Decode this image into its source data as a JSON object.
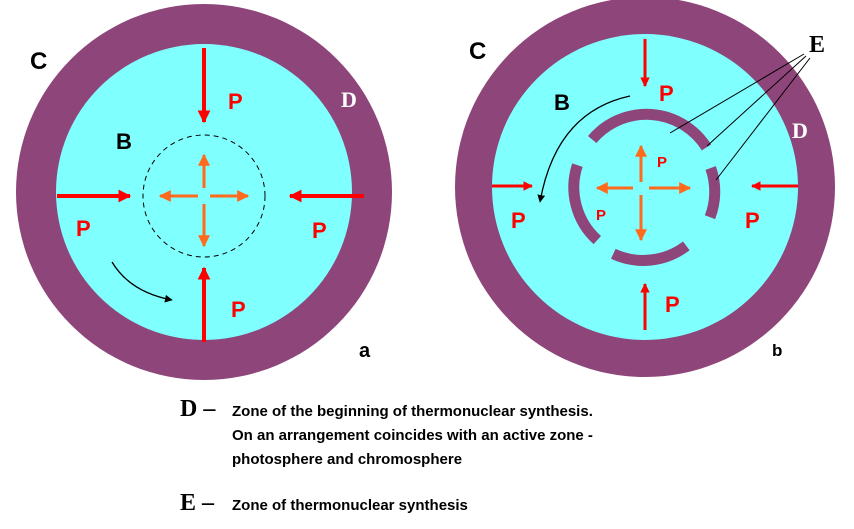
{
  "colors": {
    "shell": "#8e4579",
    "core": "#80ffff",
    "pressure_arrow": "#ff0000",
    "internal_arrow": "#ff6a1c",
    "text_red": "#ff0000",
    "text_dark": "#000000",
    "text_light": "#ffffff"
  },
  "panel_a": {
    "label_c": "C",
    "label_d": "D",
    "label_b": "B",
    "pressure_label": "P",
    "panel_letter": "a"
  },
  "panel_b": {
    "label_c": "C",
    "label_d": "D",
    "label_b": "B",
    "label_e": "E",
    "pressure_label": "P",
    "panel_letter": "b"
  },
  "legend": {
    "d_key": "D –",
    "d_lines": [
      "Zone of the beginning of thermonuclear synthesis.",
      "On an arrangement coincides with an active zone -",
      "photosphere and chromosphere"
    ],
    "e_key": "E –",
    "e_text": "Zone of thermonuclear synthesis"
  }
}
